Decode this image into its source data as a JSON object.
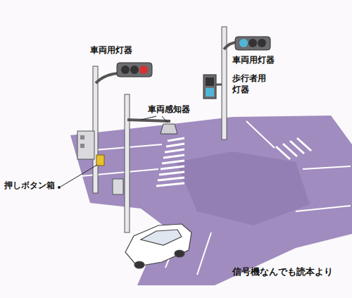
{
  "diagram": {
    "caption": "信号機なんでも読本より",
    "labels": [
      "車両用灯器",
      "車両用灯器",
      "車両感知器",
      "歩行者用 灯器",
      "押しボタン箱"
    ]
  }
}
